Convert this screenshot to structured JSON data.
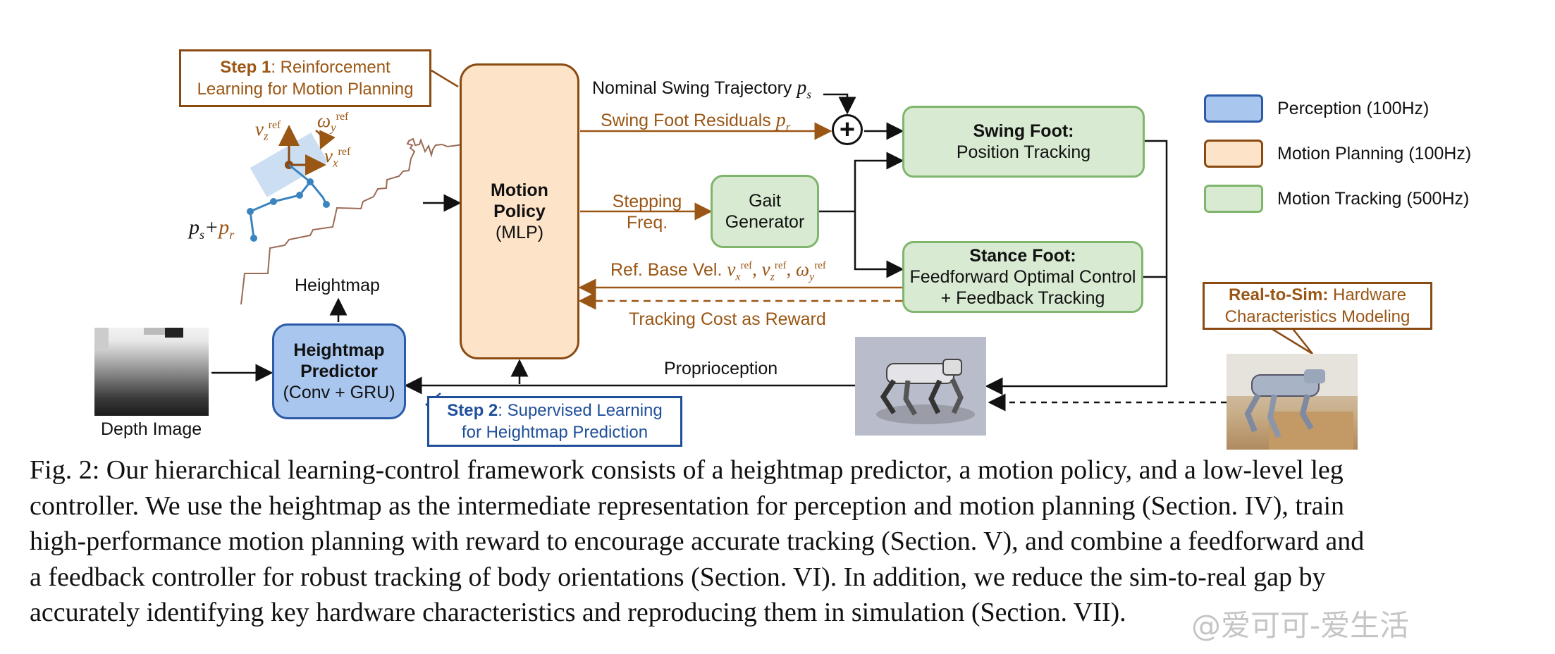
{
  "step1": {
    "bold": "Step 1",
    "rest": ": Reinforcement",
    "line2": "Learning for Motion Planning"
  },
  "step2": {
    "bold": "Step 2",
    "rest": ": Supervised Learning",
    "line2": "for Heightmap Prediction"
  },
  "real_to_sim": {
    "bold": "Real-to-Sim:",
    "rest": " Hardware",
    "line2": "Characteristics Modeling"
  },
  "motion_policy": {
    "line1": "Motion",
    "line2": "Policy",
    "line3": "(MLP)"
  },
  "heightmap_predictor": {
    "line1": "Heightmap",
    "line2": "Predictor",
    "line3": "(Conv + GRU)"
  },
  "gait_generator": {
    "line1": "Gait",
    "line2": "Generator"
  },
  "swing_foot": {
    "title": "Swing Foot:",
    "sub": "Position Tracking"
  },
  "stance_foot": {
    "title": "Stance Foot:",
    "line2": "Feedforward Optimal Control",
    "line3": "+ Feedback Tracking"
  },
  "labels": {
    "nominal": "Nominal Swing Trajectory",
    "nominal_sym": "p",
    "nominal_sub": "s",
    "residuals": "Swing Foot Residuals",
    "residuals_sym": "p",
    "residuals_sub": "r",
    "stepping1": "Stepping",
    "stepping2": "Freq.",
    "ref_base": "Ref. Base Vel.",
    "tracking_cost": "Tracking Cost as Reward",
    "proprioception": "Proprioception",
    "heightmap": "Heightmap",
    "depth_image": "Depth Image",
    "plus": "+",
    "ps_pr": "ps+pr",
    "sup_ref": "ref",
    "vz": "v",
    "omega": "ω",
    "vx": "v"
  },
  "legend": [
    {
      "label": "Perception (100Hz)",
      "fill": "#a9c6ee",
      "stroke": "#2a5aa8"
    },
    {
      "label": "Motion Planning (100Hz)",
      "fill": "#fde3c8",
      "stroke": "#8a4a12"
    },
    {
      "label": "Motion Tracking (500Hz)",
      "fill": "#d8ebd2",
      "stroke": "#7fb56c"
    }
  ],
  "caption": [
    "Fig. 2: Our hierarchical learning-control framework consists of a heightmap predictor, a motion policy, and a low-level leg",
    "controller. We use the heightmap as the intermediate representation for perception and motion planning (Section. IV), train",
    "high-performance motion planning with reward to encourage accurate tracking (Section. V), and combine a feedforward and",
    "a feedback controller for robust tracking of body orientations (Section. VI). In addition, we reduce the sim-to-real gap by",
    "accurately identifying key hardware characteristics and reproducing them in simulation (Section. VII)."
  ],
  "watermark": "@爱可可-爱生活",
  "colors": {
    "brown": "#9a5614",
    "blue_text": "#1f4f9a",
    "robot_bg": "#b9bccb"
  }
}
